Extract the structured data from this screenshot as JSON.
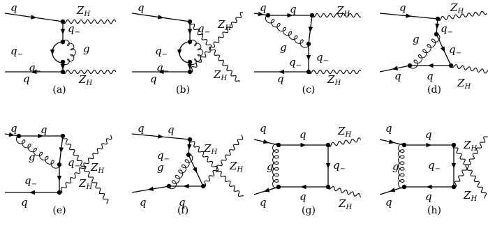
{
  "symbols": {
    "quark": "q",
    "exotic_quark": "q",
    "exotic_sub": "−",
    "gluon": "g",
    "boson": "Z",
    "boson_sub": "H"
  },
  "captions": [
    "(a)",
    "(b)",
    "(c)",
    "(d)",
    "(e)",
    "(f)",
    "(g)",
    "(h)"
  ]
}
